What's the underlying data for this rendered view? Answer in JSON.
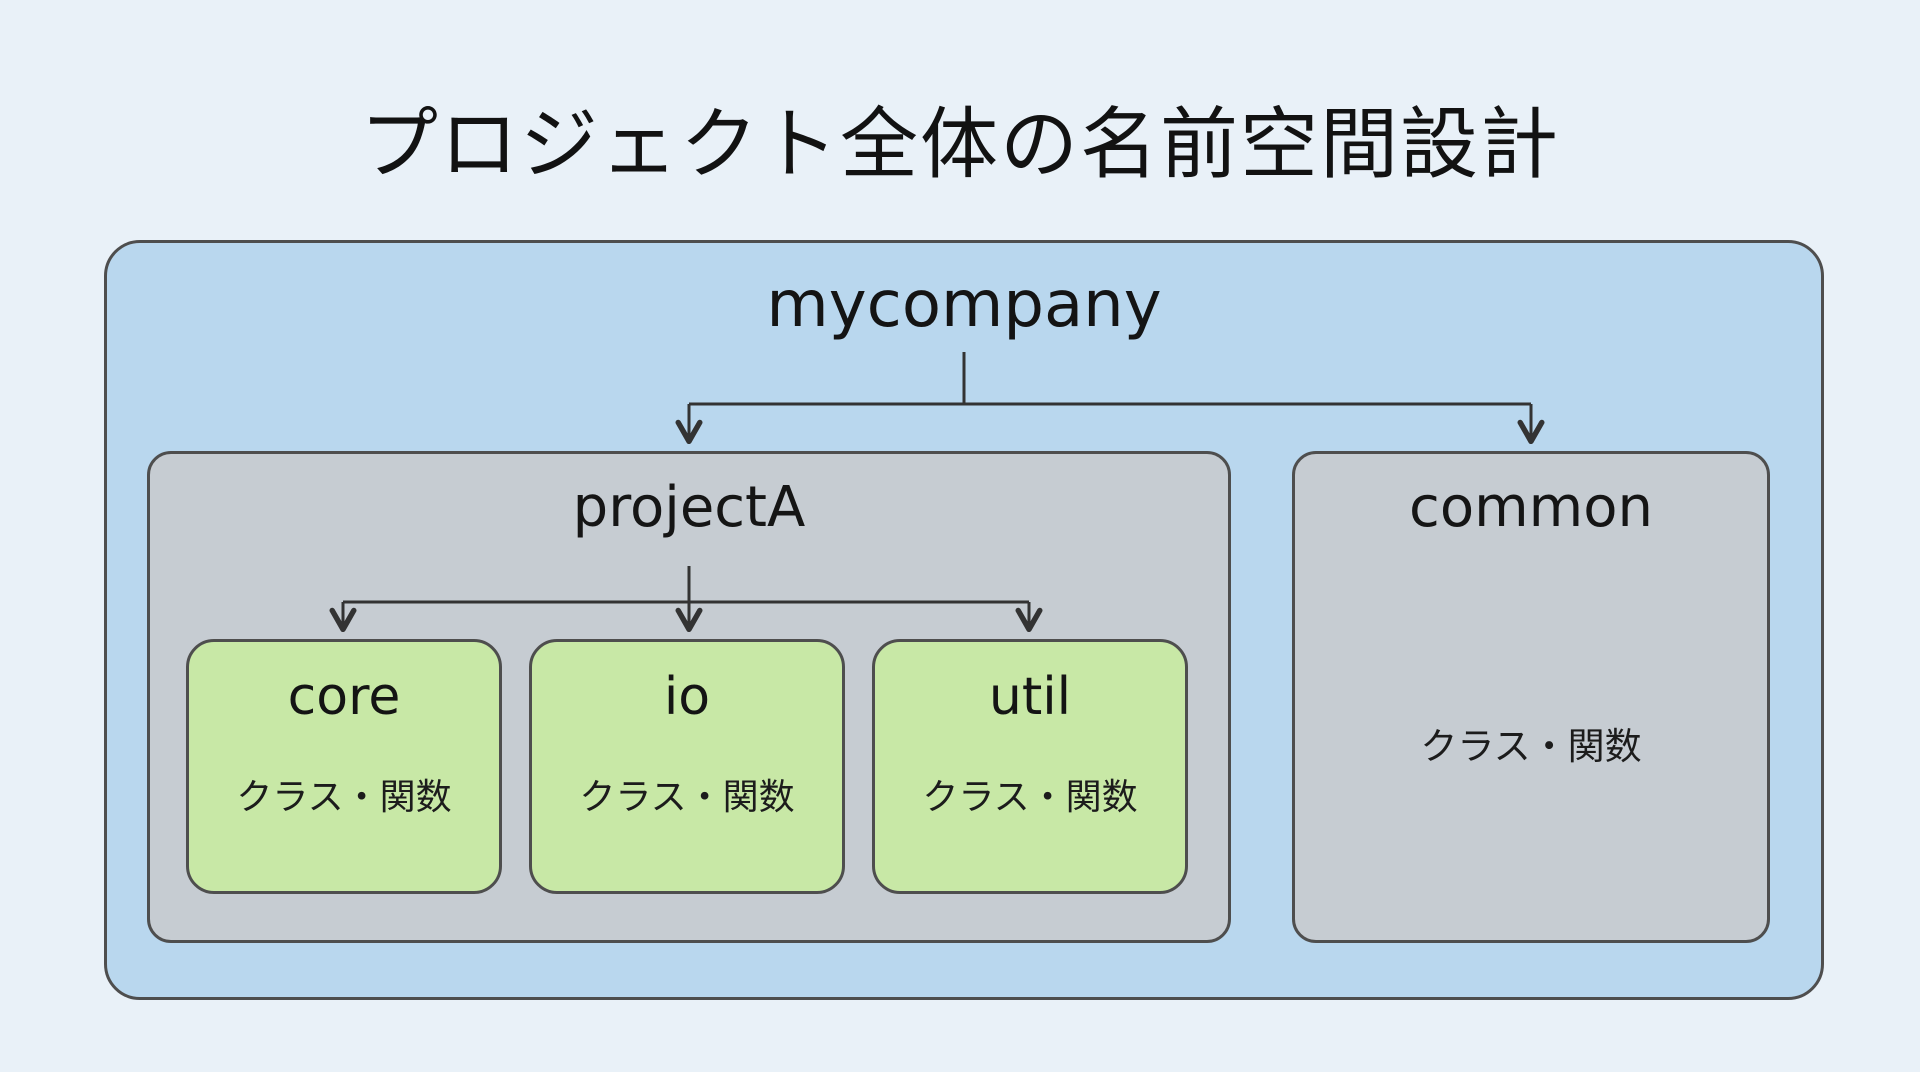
{
  "diagram": {
    "title": "プロジェクト全体の名前空間設計",
    "root": {
      "label": "mycompany",
      "children": [
        {
          "label": "projectA",
          "children": [
            {
              "label": "core",
              "sublabel": "クラス・関数"
            },
            {
              "label": "io",
              "sublabel": "クラス・関数"
            },
            {
              "label": "util",
              "sublabel": "クラス・関数"
            }
          ]
        },
        {
          "label": "common",
          "sublabel": "クラス・関数"
        }
      ]
    },
    "colors": {
      "background": "#e9f1f8",
      "outer_box_fill": "#b9d7ee",
      "group_box_fill": "#c6ccd2",
      "module_box_fill": "#c8e8a6",
      "border": "#4e4e4e",
      "arrow": "#333333",
      "text": "#141414"
    }
  }
}
